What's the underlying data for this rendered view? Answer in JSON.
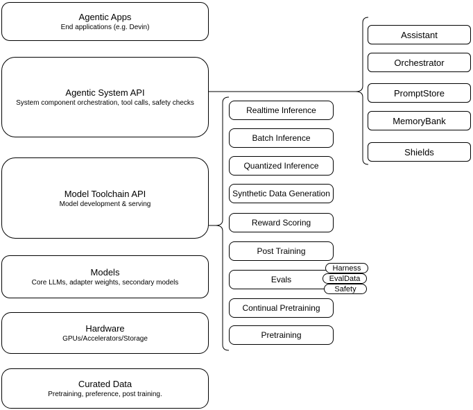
{
  "diagram": {
    "background_color": "#ffffff",
    "stroke_color": "#000000",
    "shape_fill_color": "#ffffff"
  },
  "left_column": {
    "boxes": [
      {
        "id": "agentic-apps",
        "title": "Agentic Apps",
        "subtitle": "End applications (e.g. Devin)"
      },
      {
        "id": "agentic-system-api",
        "title": "Agentic System API",
        "subtitle": "System component orchestration, tool calls, safety checks"
      },
      {
        "id": "model-toolchain-api",
        "title": "Model Toolchain API",
        "subtitle": "Model development & serving"
      },
      {
        "id": "models",
        "title": "Models",
        "subtitle": "Core LLMs, adapter weights, secondary models"
      },
      {
        "id": "hardware",
        "title": "Hardware",
        "subtitle": "GPUs/Accelerators/Storage"
      },
      {
        "id": "curated-data",
        "title": "Curated Data",
        "subtitle": "Pretraining, preference, post training."
      }
    ]
  },
  "toolchain_group": {
    "items": [
      "Realtime Inference",
      "Batch Inference",
      "Quantized Inference",
      "Synthetic Data Generation",
      "Reward Scoring",
      "Post Training",
      "Evals",
      "Continual Pretraining",
      "Pretraining"
    ]
  },
  "eval_tags": [
    "Harness",
    "EvalData",
    "Safety"
  ],
  "agentic_system_group": {
    "items": [
      "Assistant",
      "Orchestrator",
      "PromptStore",
      "MemoryBank",
      "Shields"
    ]
  }
}
